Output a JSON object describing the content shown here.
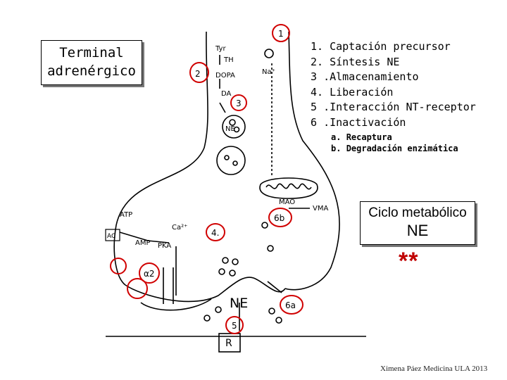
{
  "title_box": {
    "lines": [
      "Terminal",
      "adrenérgico"
    ]
  },
  "steps": [
    {
      "number": "1.",
      "text": "Captación precursor"
    },
    {
      "number": "2.",
      "text": "Síntesis NE"
    },
    {
      "number": "3",
      "text": ".Almacenamiento"
    },
    {
      "number": "4.",
      "text": "Liberación"
    },
    {
      "number": "5",
      "text": ".Interacción NT-receptor"
    },
    {
      "number": "6",
      "text": ".Inactivación"
    }
  ],
  "substeps": [
    {
      "letter": "a.",
      "text": "Recaptura"
    },
    {
      "letter": "b.",
      "text": "Degradación enzimática"
    }
  ],
  "cycle_box": {
    "line1": "Ciclo metabólico",
    "line2": "NE"
  },
  "stars": "**",
  "credit": "Ximena Páez Medicina ULA 2013",
  "sketch_labels": {
    "tyr": "Tyr",
    "th": "TH",
    "dopa": "DOPA",
    "da": "DA",
    "ne": "NE",
    "na": "Na⁺",
    "mao": "MAO",
    "vma": "VMA",
    "atp": "ATP",
    "ca": "Ca²⁺",
    "ac": "AC",
    "amp": "AMP",
    "pka": "PKA",
    "a2": "α2",
    "ne_cleft": "NE",
    "r": "R",
    "n1": "1",
    "n2": "2",
    "n3": "3",
    "n4": "4.",
    "n5": "5",
    "n6a": "6a",
    "n6b": "6b"
  },
  "colors": {
    "circle": "#d00000",
    "ink": "#000000",
    "shadow": "#777777"
  }
}
